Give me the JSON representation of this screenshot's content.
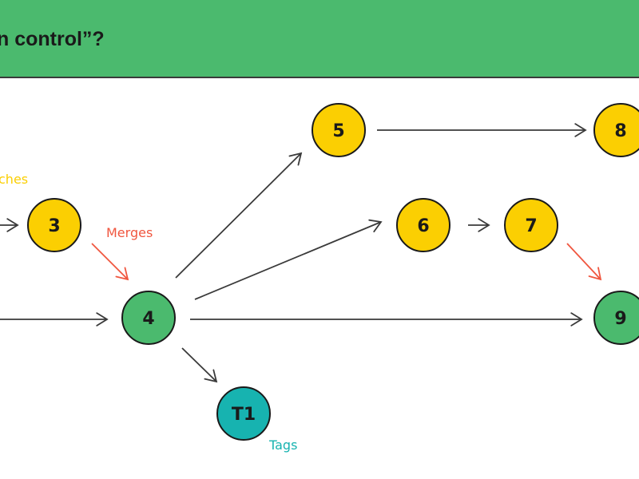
{
  "header": {
    "title": "n control”?"
  },
  "colors": {
    "header_bg": "#4bba6e",
    "branch": "#fbcf02",
    "main": "#4bba6e",
    "tag": "#17b3b0",
    "merge_arrow": "#f0563f",
    "edge": "#3a3a3a"
  },
  "nodes": [
    {
      "id": "n3",
      "label": "3",
      "kind": "branch"
    },
    {
      "id": "n4",
      "label": "4",
      "kind": "main"
    },
    {
      "id": "n5",
      "label": "5",
      "kind": "branch"
    },
    {
      "id": "n6",
      "label": "6",
      "kind": "branch"
    },
    {
      "id": "n7",
      "label": "7",
      "kind": "branch"
    },
    {
      "id": "n8",
      "label": "8",
      "kind": "branch"
    },
    {
      "id": "n9",
      "label": "9",
      "kind": "main"
    },
    {
      "id": "t1",
      "label": "T1",
      "kind": "tag"
    }
  ],
  "annotations": {
    "branches": "ches",
    "merges": "Merges",
    "tags": "Tags"
  }
}
